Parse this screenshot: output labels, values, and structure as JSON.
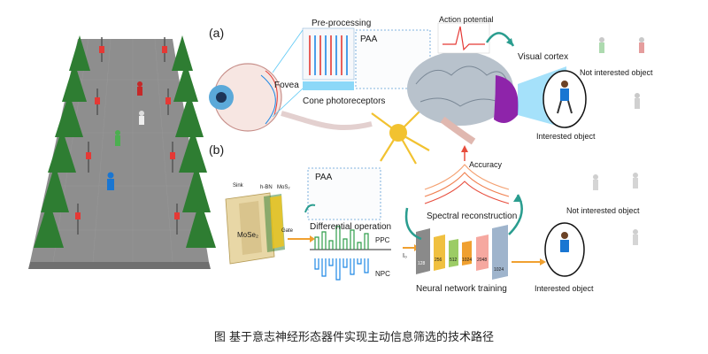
{
  "panel_a": {
    "tag": "(a)",
    "preprocessing": "Pre-processing",
    "paa": "PAA",
    "action_potential": "Action potential",
    "fovea": "Fovea",
    "cone_photoreceptors": "Cone photoreceptors",
    "visual_cortex": "Visual cortex",
    "not_interested": "Not interested object",
    "interested": "Interested object"
  },
  "panel_b": {
    "tag": "(b)",
    "stack_labels": [
      "Sink",
      "h-BN",
      "MoS₂",
      "Gate",
      "MoSe₂"
    ],
    "paa": "PAA",
    "differential": "Differential operation",
    "ppc": "PPC",
    "npc": "NPC",
    "i_label": "I₀",
    "accuracy": "Accuracy",
    "spectral": "Spectral reconstruction",
    "nn_training": "Neural network training",
    "nn_numbers": [
      "128",
      "256",
      "512",
      "1024",
      "2048",
      "1024"
    ],
    "not_interested": "Not interested object",
    "interested": "Interested object"
  },
  "caption": "图 基于意志神经形态器件实现主动信息筛选的技术路径",
  "colors": {
    "tree": "#2e7d32",
    "tree_dark": "#1b5e20",
    "ground": "#8c8c8c",
    "brain": "#b8c2cc",
    "visual_cortex": "#8e24aa",
    "neuron": "#f2c230",
    "arrow_teal": "#2a9d8f",
    "arrow_orange": "#f0a030",
    "cone_blue": "#1e88e5",
    "cone_red": "#e53935",
    "signal_green": "#2e9e4a",
    "highlight_blue": "#5bc8f5"
  }
}
